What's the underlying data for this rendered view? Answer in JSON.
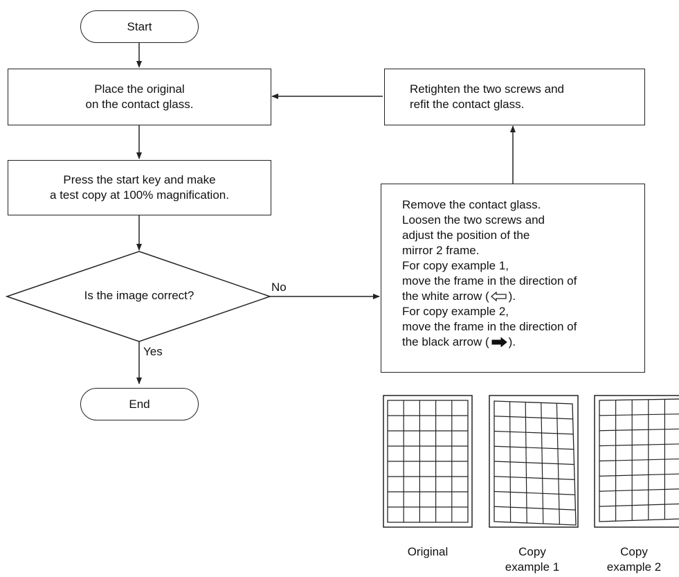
{
  "nodes": {
    "start": "Start",
    "place_original": [
      "Place the original",
      "on the contact glass."
    ],
    "test_copy": [
      "Press the start key and make",
      "a test copy at 100% magnification."
    ],
    "decision": "Is the image correct?",
    "end": "End",
    "retighten": [
      "Retighten the two screws and",
      "refit the contact glass."
    ],
    "adjust": {
      "lines_before_white": [
        "Remove the contact glass.",
        "Loosen the two screws and",
        "adjust the position of the",
        "mirror 2 frame.",
        "For copy example 1,",
        "move the frame in the direction of"
      ],
      "white_arrow_prefix": "the white arrow (",
      "white_arrow_suffix": ").",
      "lines_between": [
        "For copy example 2,",
        "move the frame in the direction of"
      ],
      "black_arrow_prefix": "the black arrow (",
      "black_arrow_suffix": ")."
    }
  },
  "edges": {
    "no_label": "No",
    "yes_label": "Yes"
  },
  "samples": [
    {
      "caption": "Original"
    },
    {
      "caption": "Copy\nexample 1"
    },
    {
      "caption": "Copy\nexample 2"
    }
  ]
}
